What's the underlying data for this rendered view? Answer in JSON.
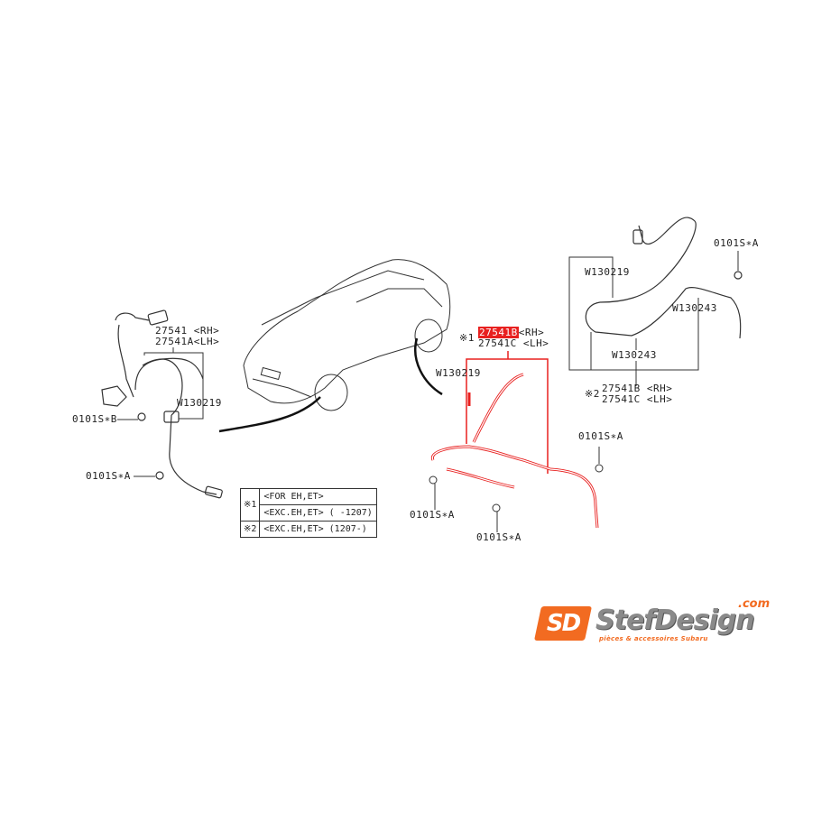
{
  "diagram": {
    "title": "ABS wheel speed sensor wiring - Subaru",
    "colors": {
      "highlight": "#e8201f",
      "line": "#222222",
      "logo_orange": "#f26b21",
      "logo_grey": "#8a8a8a"
    },
    "left_group": {
      "part_rh": "27541 <RH>",
      "part_lh": "27541A<LH>",
      "clip": "W130219",
      "bolt_b": "0101S∗B",
      "bolt_a": "0101S∗A"
    },
    "center_group": {
      "note": "※1",
      "part_rh_highlighted": "27541B",
      "part_rh_suffix": "<RH>",
      "part_lh": "27541C <LH>",
      "clip": "W130219",
      "bolt_top": "0101S∗A",
      "bolt_left": "0101S∗A",
      "bolt_bottom": "0101S∗A"
    },
    "right_group": {
      "bolt": "0101S∗A",
      "clip_1": "W130219",
      "clip_2": "W130243",
      "clip_3": "W130243",
      "note": "※2",
      "part_rh": "27541B <RH>",
      "part_lh": "27541C <LH>"
    },
    "legend": [
      {
        "key": "※1",
        "value": "<FOR EH,ET>"
      },
      {
        "key": "",
        "value": "<EXC.EH,ET> ( -1207)"
      },
      {
        "key": "※2",
        "value": "<EXC.EH,ET> (1207-)"
      }
    ]
  },
  "logo": {
    "badge": "SD",
    "name": "StefDesign",
    "domain": ".com",
    "tagline": "pièces & accessoires Subaru"
  }
}
